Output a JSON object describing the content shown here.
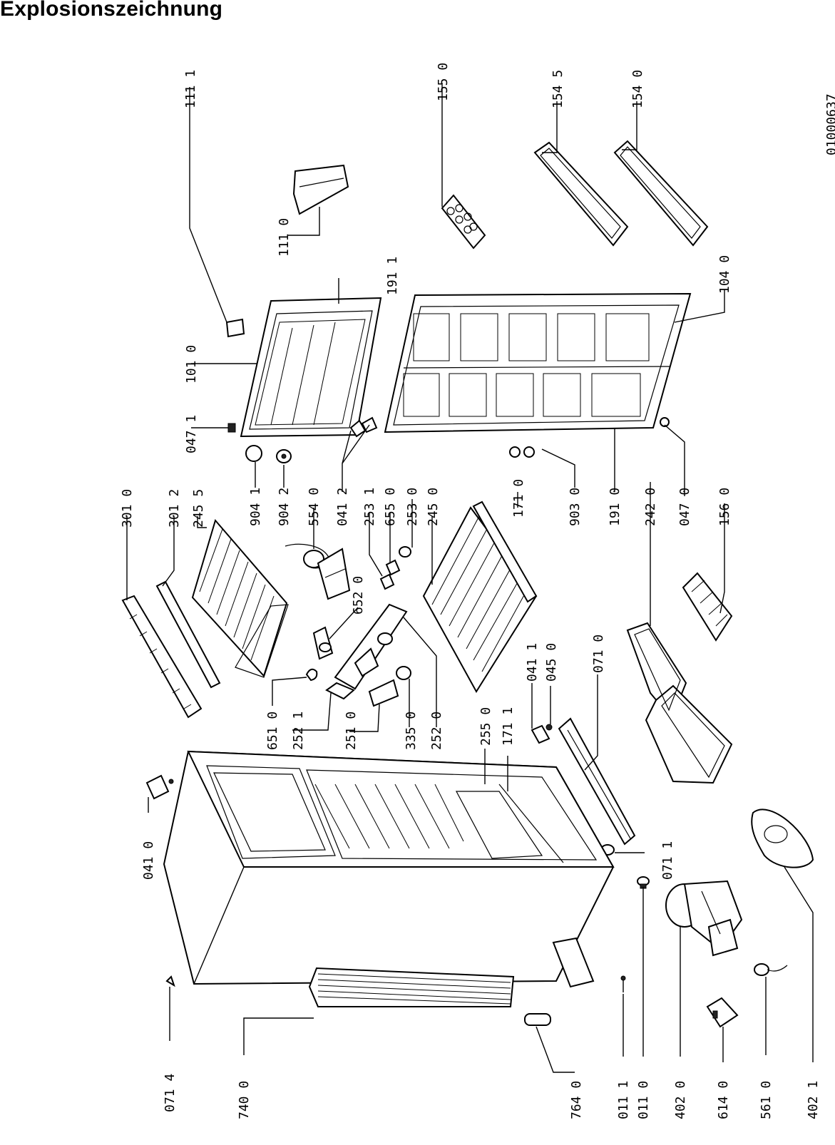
{
  "title": "Explosionszeichnung",
  "drawing_number": "01000637",
  "labels": [
    "111  1",
    "155  0",
    "154  5",
    "154  0",
    "111  0",
    "191  1",
    "104  0",
    "101  0",
    "047  1",
    "301  0",
    "301  2",
    "245 5",
    "904  1",
    "904  2",
    "554  0",
    "041  2",
    "253  1",
    "655  0",
    "253  0",
    "245  0",
    "171  0",
    "903  0",
    "191  0",
    "242  0",
    "047  0",
    "156  0",
    "652  0",
    "651  0",
    "252  1",
    "251  0",
    "335  0",
    "252  0",
    "255  0",
    "171  1",
    "041  1",
    "045  0",
    "071  0",
    "041  0",
    "071  1",
    "071  4",
    "740  0",
    "764  0",
    "011  1",
    "011  0",
    "402  0",
    "614  0",
    "561  0",
    "402  1"
  ]
}
